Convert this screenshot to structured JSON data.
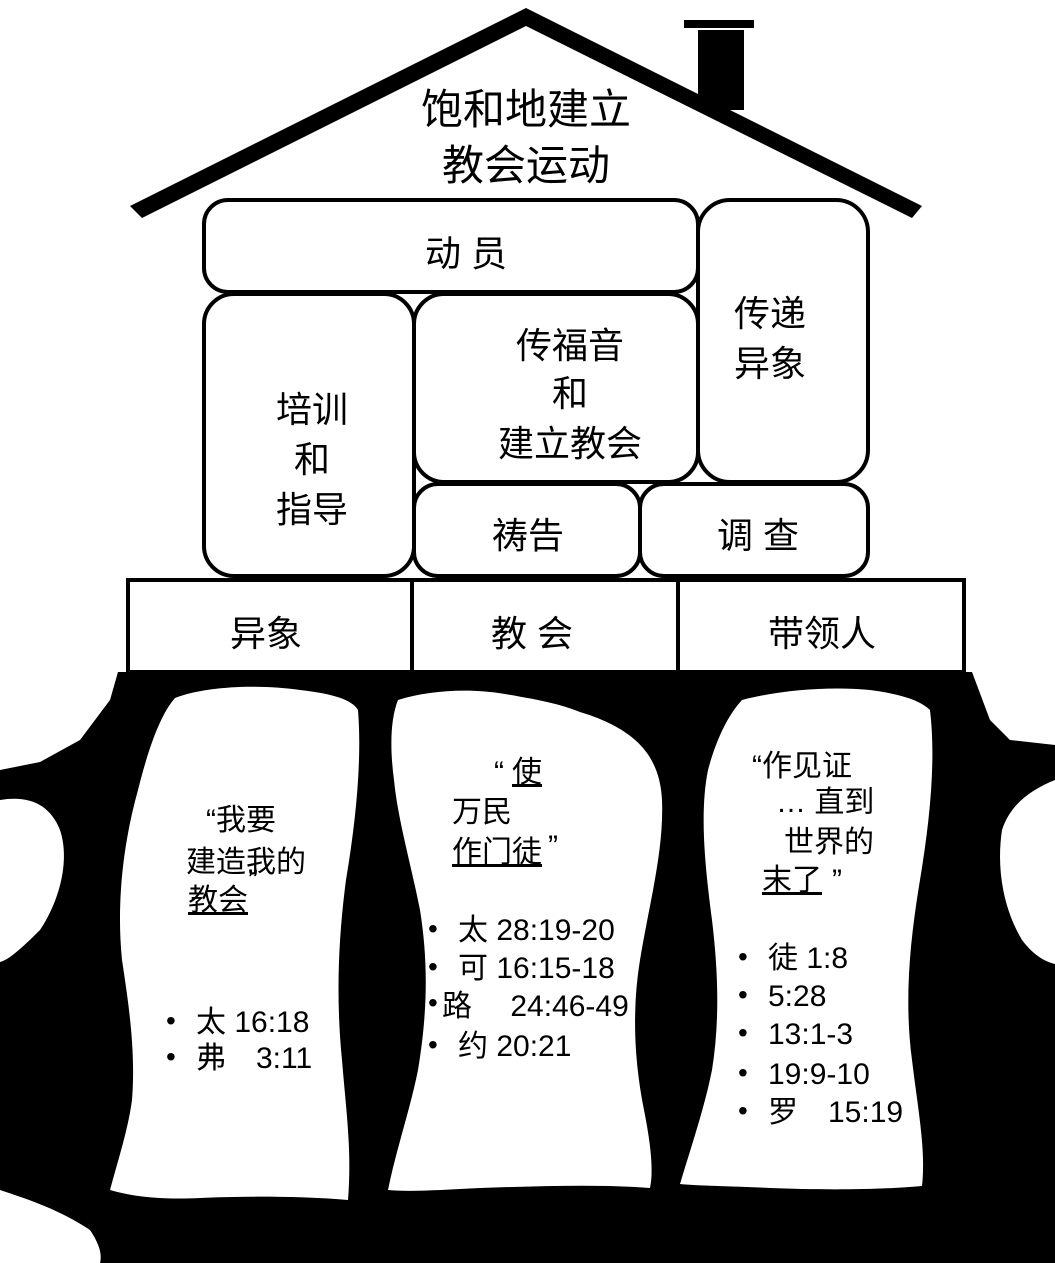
{
  "roof": {
    "title_line1": "饱和地建立",
    "title_line2": "教会运动"
  },
  "blocks": {
    "mobilize": "动 员",
    "vision_casting_line1": "传递",
    "vision_casting_line2": "异象",
    "training_line1": "培训",
    "training_line2": "和",
    "training_line3": "指导",
    "evangelism_line1": "传福音",
    "evangelism_line2": "和",
    "evangelism_line3": "建立教会",
    "prayer": "祷告",
    "research": "调 查"
  },
  "foundation": {
    "vision": "异象",
    "church": "教 会",
    "leaders": "带领人"
  },
  "roots": {
    "left": {
      "quote_line1": "“我要",
      "quote_line2": "建造我的",
      "quote_line3_underlined": "教会",
      "quote_line3_close": "”",
      "refs": [
        "太 16:18",
        "弗　3:11"
      ]
    },
    "center": {
      "quote_line1_open": "“",
      "quote_line1_underlined": "使",
      "quote_line2": "万民",
      "quote_line3_underlined": "作门徒",
      "quote_line3_close": "”",
      "refs": [
        "太 28:19-20",
        "可 16:15-18",
        "路　 24:46-49",
        "约 20:21"
      ]
    },
    "right": {
      "quote_line1": "“作见证",
      "quote_line2": "… 直到",
      "quote_line3": "世界的",
      "quote_line4_underlined": "末了",
      "quote_line4_close": "”",
      "refs": [
        "徒 1:8",
        "5:28",
        "13:1-3",
        "19:9-10",
        "罗　15:19"
      ]
    }
  },
  "bullet": "•"
}
